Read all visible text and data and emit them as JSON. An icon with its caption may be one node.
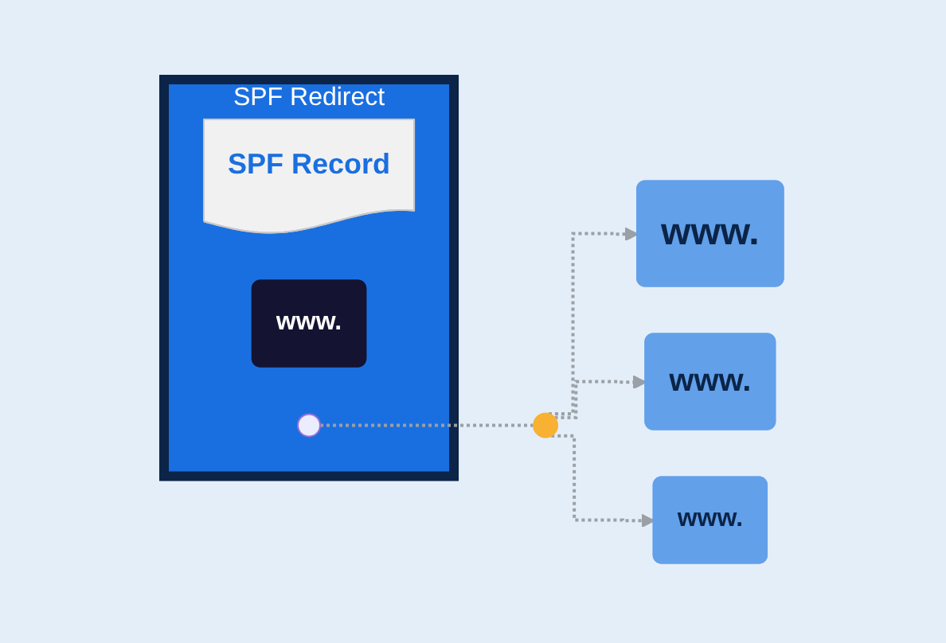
{
  "diagram": {
    "nodes": [
      {
        "text": [
          "SPF Redirect"
        ]
      },
      {
        "text": [
          "SPF Record"
        ],
        "in": 0
      },
      {
        "text": [
          "www."
        ],
        "in": 0
      },
      {
        "text": [],
        "shape": "circle",
        "in": 0
      },
      {
        "text": [],
        "shape": "circle"
      },
      {
        "text": [
          "www."
        ]
      },
      {
        "text": [
          "www."
        ]
      },
      {
        "text": [
          "www."
        ]
      }
    ],
    "edges": [
      {
        "from": 3,
        "to": 4,
        "arrow": "none",
        "style": "dashed"
      },
      {
        "from": 4,
        "to": 5,
        "arrow": "to",
        "style": "dashed"
      },
      {
        "from": 4,
        "to": 6,
        "arrow": "to",
        "style": "dashed"
      },
      {
        "from": 4,
        "to": 7,
        "arrow": "to",
        "style": "dashed"
      }
    ]
  }
}
